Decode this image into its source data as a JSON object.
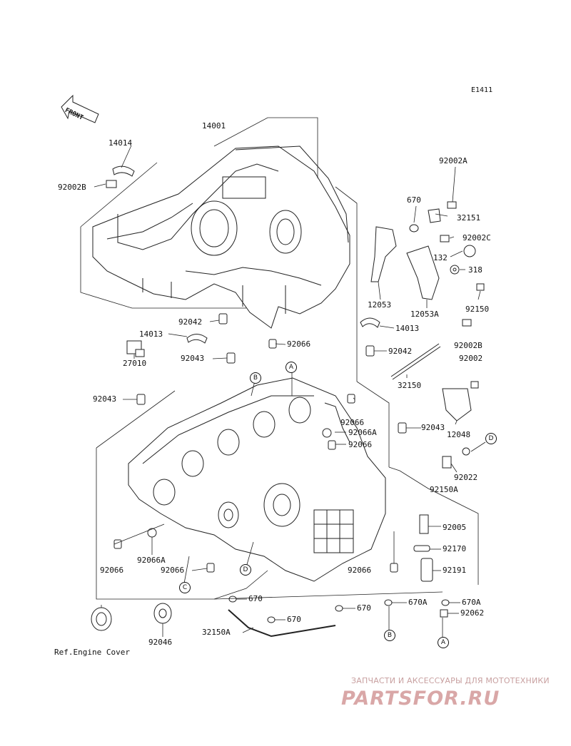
{
  "diagram_id": "E1411",
  "front_label": "FRONT",
  "ref_note": "Ref.Engine Cover",
  "watermark": {
    "tagline": "ЗАПЧАСТИ И АКСЕССУАРЫ ДЛЯ МОТОТЕХНИКИ",
    "logo": "PARTSFOR.RU"
  },
  "parts": [
    {
      "id": "p14001",
      "label": "14001"
    },
    {
      "id": "p14014",
      "label": "14014"
    },
    {
      "id": "p92002b_a",
      "label": "92002B"
    },
    {
      "id": "p92002a",
      "label": "92002A"
    },
    {
      "id": "p670_top",
      "label": "670"
    },
    {
      "id": "p32151",
      "label": "32151"
    },
    {
      "id": "p92002c",
      "label": "92002C"
    },
    {
      "id": "p132",
      "label": "132"
    },
    {
      "id": "p318",
      "label": "318"
    },
    {
      "id": "p12053",
      "label": "12053"
    },
    {
      "id": "p12053a",
      "label": "12053A"
    },
    {
      "id": "p92150",
      "label": "92150"
    },
    {
      "id": "p92042_a",
      "label": "92042"
    },
    {
      "id": "p14013_a",
      "label": "14013"
    },
    {
      "id": "p92066_a",
      "label": "92066"
    },
    {
      "id": "p14013_b",
      "label": "14013"
    },
    {
      "id": "p92002b_b",
      "label": "92002B"
    },
    {
      "id": "p92043_a",
      "label": "92043"
    },
    {
      "id": "p92042_b",
      "label": "92042"
    },
    {
      "id": "p92002",
      "label": "92002"
    },
    {
      "id": "p27010",
      "label": "27010"
    },
    {
      "id": "p32150",
      "label": "32150"
    },
    {
      "id": "p92043_b",
      "label": "92043"
    },
    {
      "id": "p92066_b",
      "label": "92066"
    },
    {
      "id": "p92066a_a",
      "label": "92066A"
    },
    {
      "id": "p92066_c",
      "label": "92066"
    },
    {
      "id": "p92043_c",
      "label": "92043"
    },
    {
      "id": "p12048",
      "label": "12048"
    },
    {
      "id": "p92022",
      "label": "92022"
    },
    {
      "id": "p92150a",
      "label": "92150A"
    },
    {
      "id": "p92005",
      "label": "92005"
    },
    {
      "id": "p92170",
      "label": "92170"
    },
    {
      "id": "p92191",
      "label": "92191"
    },
    {
      "id": "p92066_d",
      "label": "92066"
    },
    {
      "id": "p92066a_b",
      "label": "92066A"
    },
    {
      "id": "p92066_e",
      "label": "92066"
    },
    {
      "id": "p92066_f",
      "label": "92066"
    },
    {
      "id": "p670_a",
      "label": "670"
    },
    {
      "id": "p670_b",
      "label": "670"
    },
    {
      "id": "p670a_a",
      "label": "670A"
    },
    {
      "id": "p670a_b",
      "label": "670A"
    },
    {
      "id": "p670_c",
      "label": "670"
    },
    {
      "id": "p92062",
      "label": "92062"
    },
    {
      "id": "p32150a",
      "label": "32150A"
    },
    {
      "id": "p92046",
      "label": "92046"
    }
  ],
  "refs": [
    {
      "id": "r_b1",
      "label": "B"
    },
    {
      "id": "r_a1",
      "label": "A"
    },
    {
      "id": "r_d1",
      "label": "D"
    },
    {
      "id": "r_d2",
      "label": "D"
    },
    {
      "id": "r_c1",
      "label": "C"
    },
    {
      "id": "r_b2",
      "label": "B"
    },
    {
      "id": "r_a2",
      "label": "A"
    }
  ]
}
